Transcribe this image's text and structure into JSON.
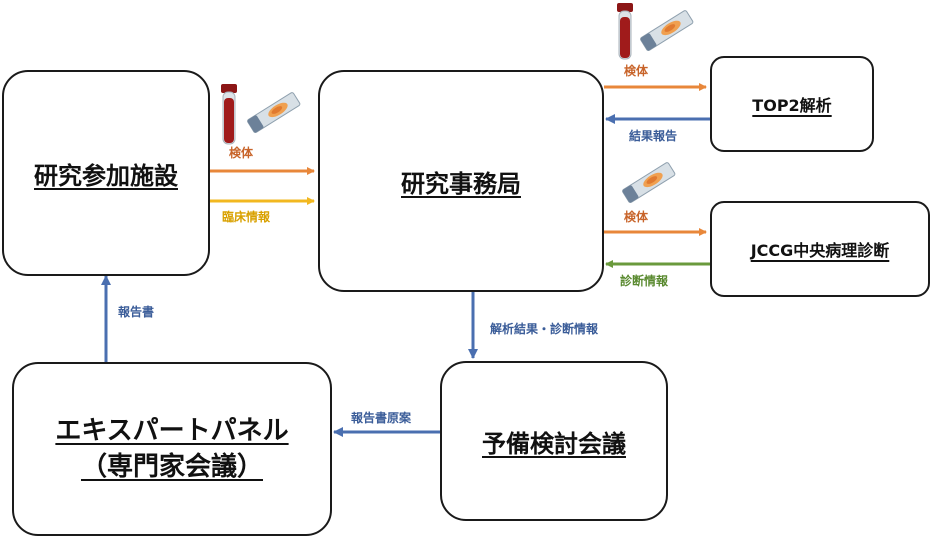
{
  "nodes": {
    "site": "研究参加施設",
    "office": "研究事務局",
    "top2": "TOP2解析",
    "jccg": "JCCG中央病理診断",
    "prelim": "予備検討会議",
    "panel_line1": "エキスパートパネル",
    "panel_line2": "（専門家会議）"
  },
  "edges": {
    "site_to_office_specimen": "検体",
    "site_to_office_clinical": "臨床情報",
    "office_to_top2": "検体",
    "top2_to_office": "結果報告",
    "office_to_jccg": "検体",
    "jccg_to_office": "診断情報",
    "office_to_prelim": "解析結果・診断情報",
    "prelim_to_panel": "報告書原案",
    "panel_to_site": "報告書"
  },
  "colors": {
    "orange": "#E8873A",
    "yellow": "#F2B820",
    "blue": "#4A6FB0",
    "green": "#6A9A3C",
    "blood": "#A01B1B"
  }
}
